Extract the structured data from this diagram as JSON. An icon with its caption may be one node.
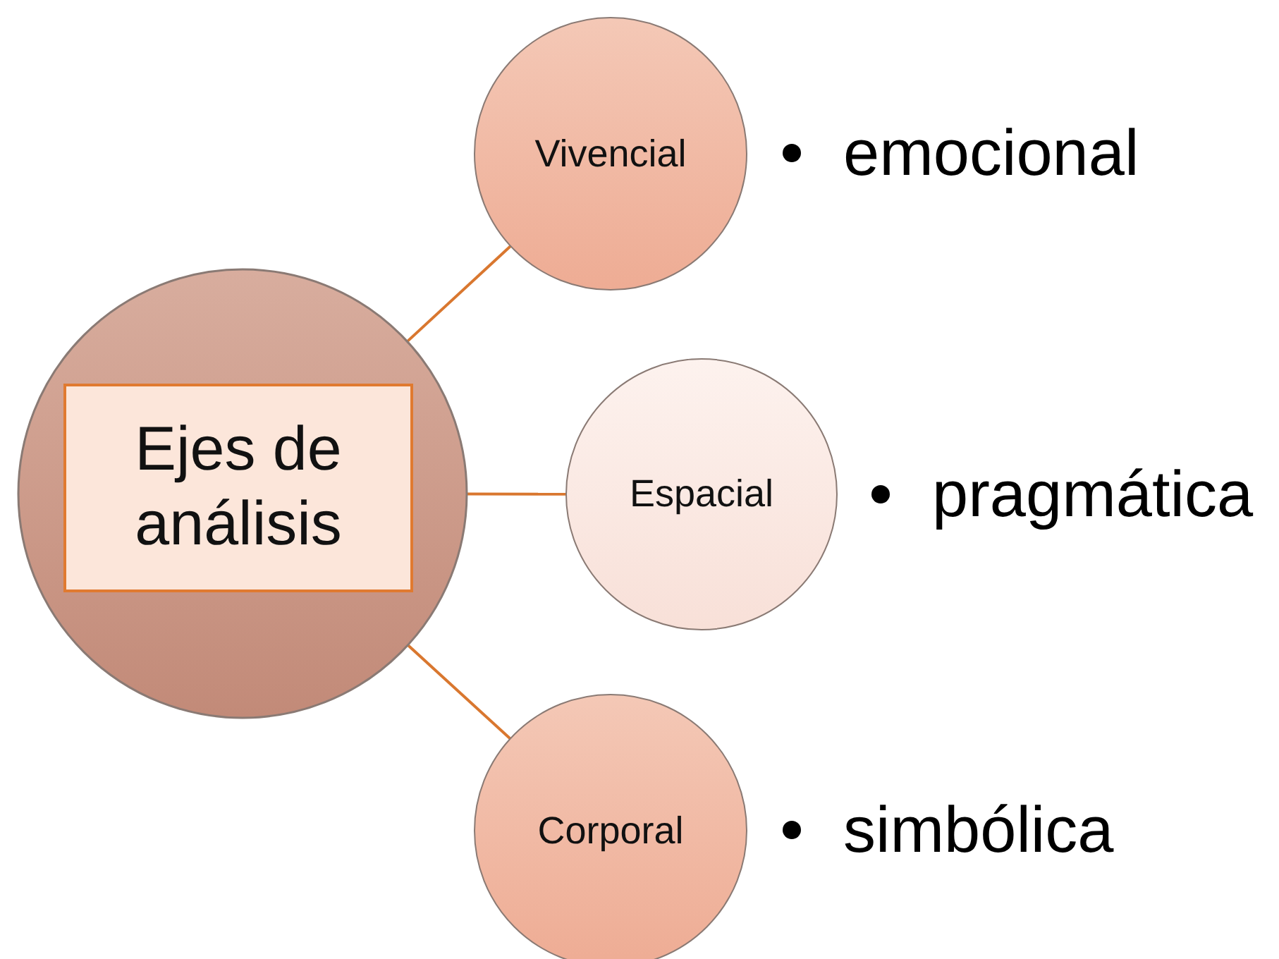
{
  "diagram": {
    "nodes": [
      {
        "text": [],
        "shape": "circle"
      },
      {
        "text": [
          "Ejes de análisis"
        ],
        "in": 0
      },
      {
        "text": [
          "Vivencial"
        ],
        "beside": [
          "emocional"
        ]
      },
      {
        "text": [
          "Espacial"
        ],
        "beside": [
          "pragmática"
        ]
      },
      {
        "text": [
          "Corporal"
        ],
        "beside": [
          "simbólica"
        ]
      }
    ],
    "edges": [
      {
        "from": 0,
        "to": 2,
        "arrow": "none"
      },
      {
        "from": 0,
        "to": 3,
        "arrow": "none"
      },
      {
        "from": 0,
        "to": 4,
        "arrow": "none"
      }
    ]
  }
}
